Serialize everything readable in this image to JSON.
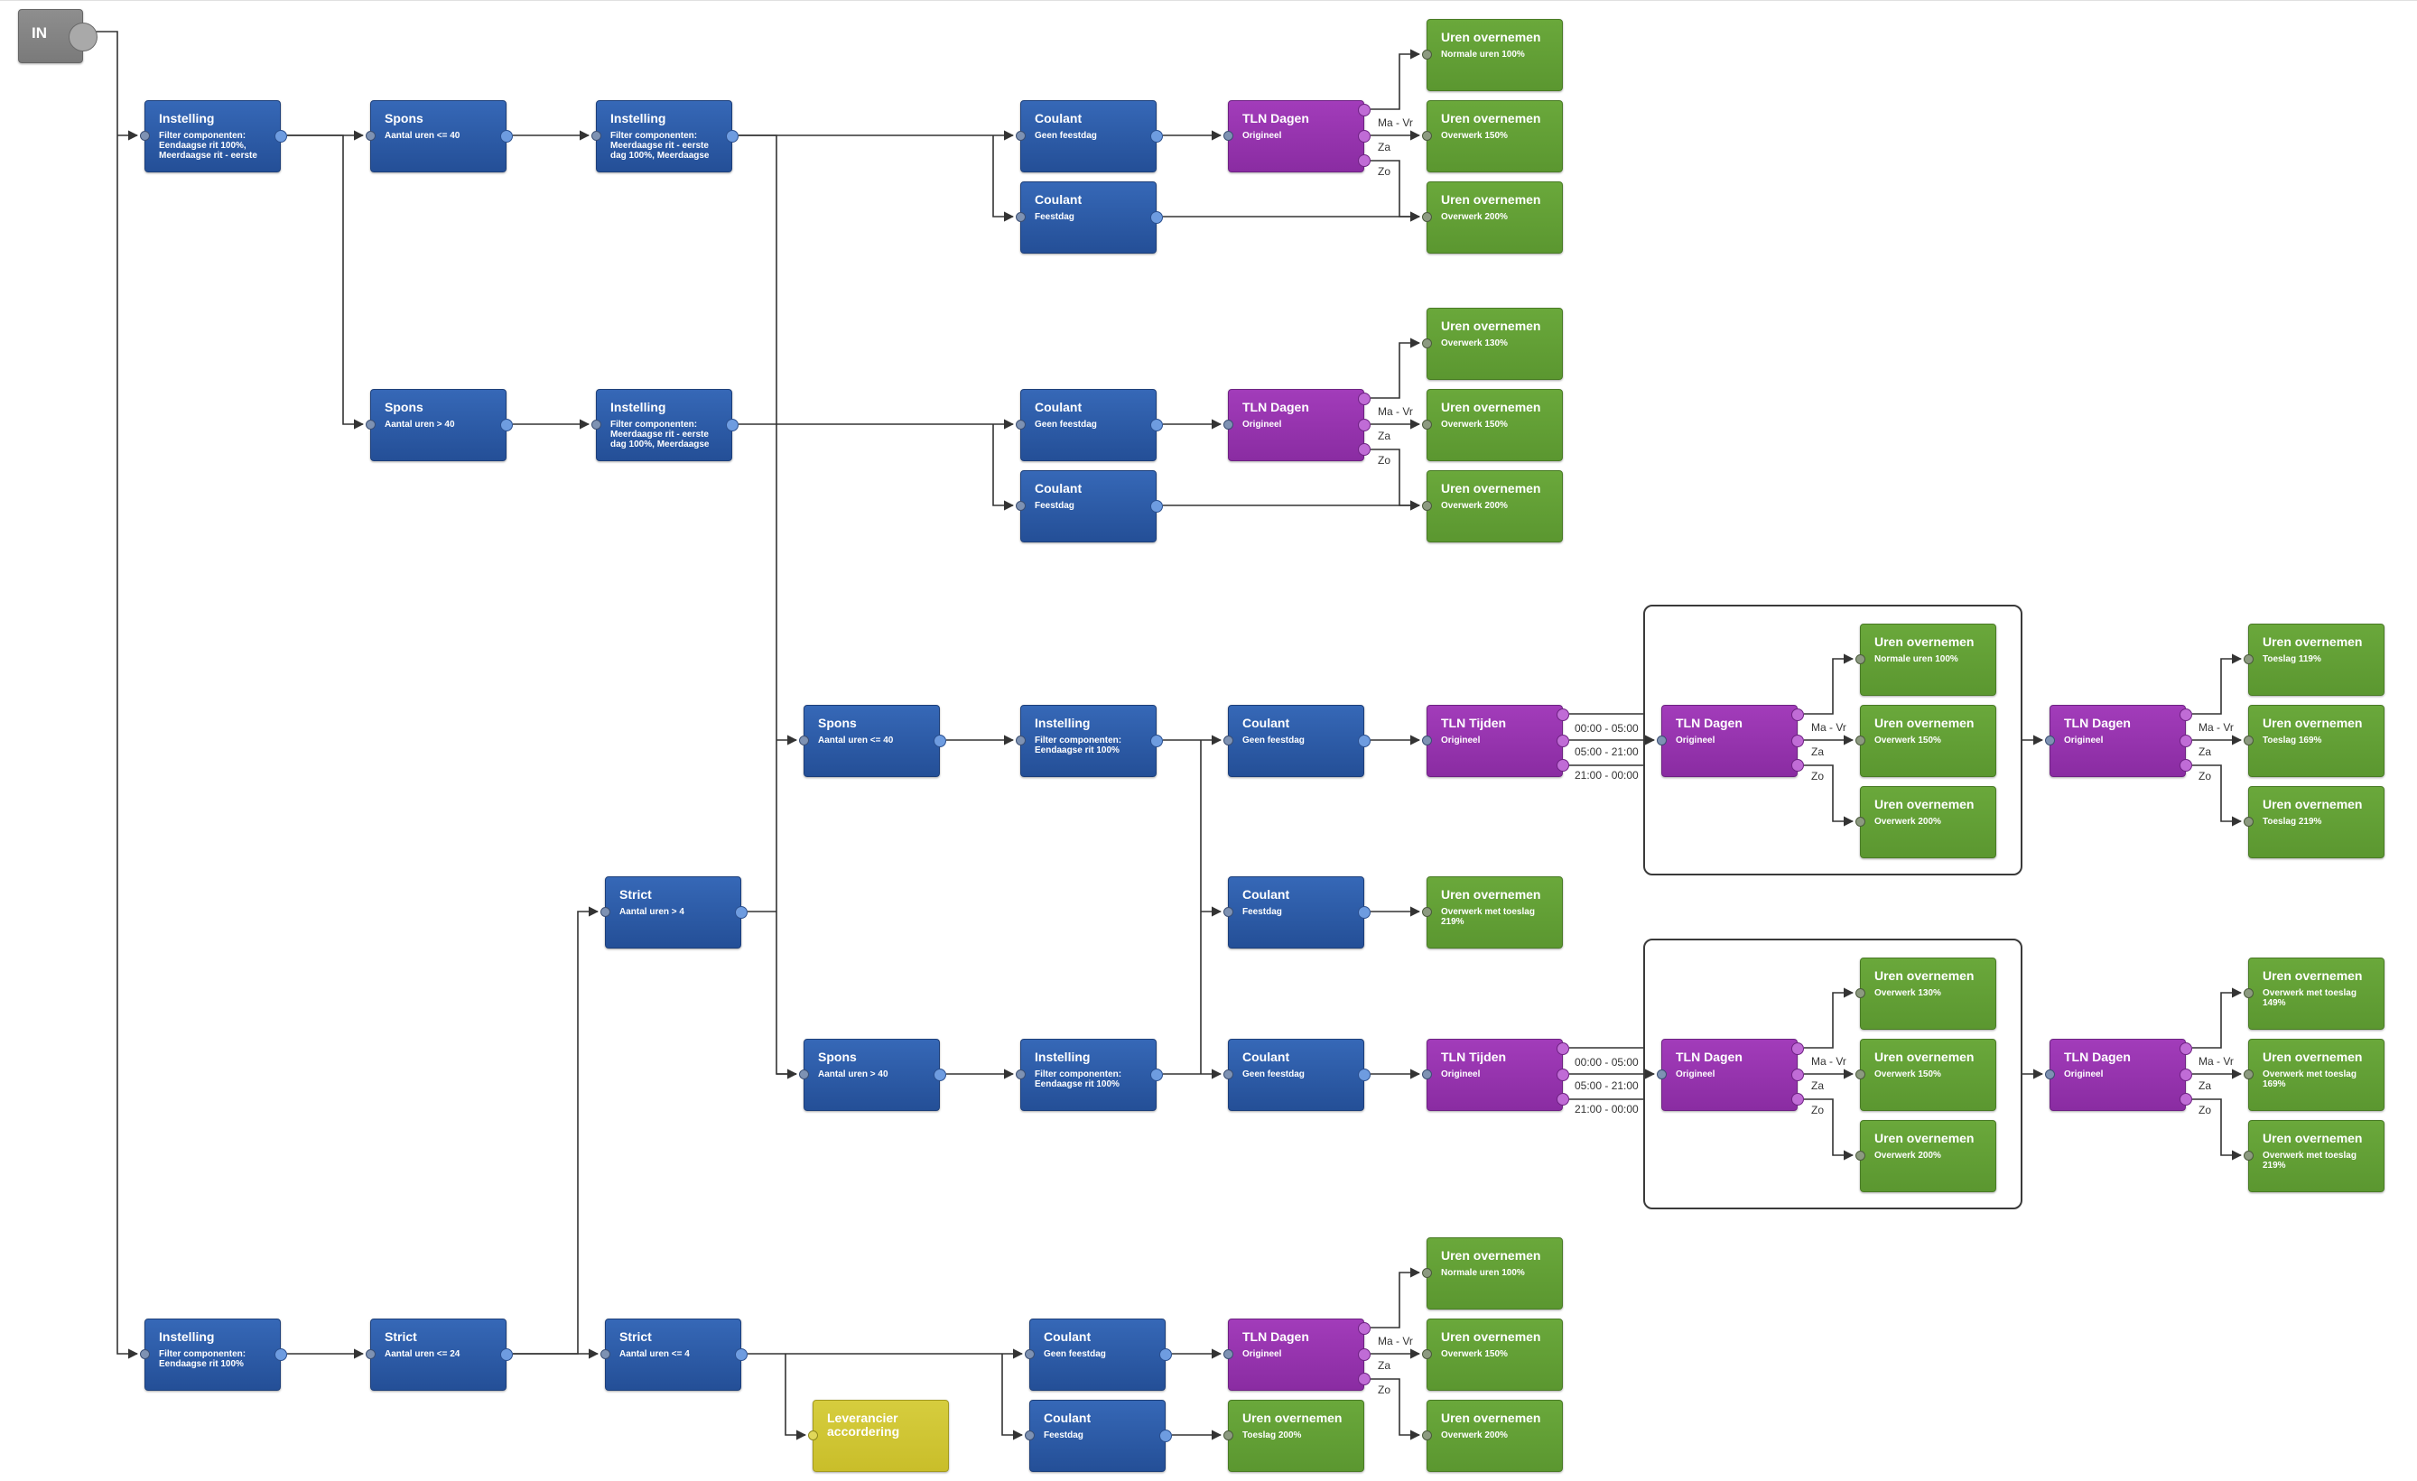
{
  "colors": {
    "blue": "#2f5ea8",
    "purple": "#9734b0",
    "green": "#65a234",
    "yellow": "#d1c633",
    "gray": "#858585",
    "wire": "#333333"
  },
  "nodes": {
    "in": {
      "title": "IN",
      "sub": ""
    },
    "a_instelling": {
      "title": "Instelling",
      "sub": "Filter componenten:\nEendaagse rit 100%,\nMeerdaagse rit - eerste"
    },
    "a_spons_le": {
      "title": "Spons",
      "sub": "Aantal uren <= 40"
    },
    "a_instelling2": {
      "title": "Instelling",
      "sub": "Filter componenten:\nMeerdaagse rit - eerste\ndag 100%, Meerdaagse"
    },
    "a_coulant_geen": {
      "title": "Coulant",
      "sub": "Geen feestdag"
    },
    "a_coulant_feest": {
      "title": "Coulant",
      "sub": "Feestdag"
    },
    "a_tln": {
      "title": "TLN Dagen",
      "sub": "Origineel"
    },
    "a_g1": {
      "title": "Uren overnemen",
      "sub": "Normale uren 100%"
    },
    "a_g2": {
      "title": "Uren overnemen",
      "sub": "Overwerk 150%"
    },
    "a_g3": {
      "title": "Uren overnemen",
      "sub": "Overwerk 200%"
    },
    "b_spons_gt": {
      "title": "Spons",
      "sub": "Aantal uren > 40"
    },
    "b_instelling": {
      "title": "Instelling",
      "sub": "Filter componenten:\nMeerdaagse rit - eerste\ndag 100%, Meerdaagse"
    },
    "b_coulant_geen": {
      "title": "Coulant",
      "sub": "Geen feestdag"
    },
    "b_coulant_feest": {
      "title": "Coulant",
      "sub": "Feestdag"
    },
    "b_tln": {
      "title": "TLN Dagen",
      "sub": "Origineel"
    },
    "b_g1": {
      "title": "Uren overnemen",
      "sub": "Overwerk 130%"
    },
    "b_g2": {
      "title": "Uren overnemen",
      "sub": "Overwerk 150%"
    },
    "b_g3": {
      "title": "Uren overnemen",
      "sub": "Overwerk 200%"
    },
    "c_spons_le": {
      "title": "Spons",
      "sub": "Aantal uren <= 40"
    },
    "c_instelling": {
      "title": "Instelling",
      "sub": "Filter componenten:\nEendaagse rit 100%"
    },
    "c_coulant_geen": {
      "title": "Coulant",
      "sub": "Geen feestdag"
    },
    "c_tlntijden": {
      "title": "TLN Tijden",
      "sub": "Origineel"
    },
    "c_tlndagen": {
      "title": "TLN Dagen",
      "sub": "Origineel"
    },
    "c_g1": {
      "title": "Uren overnemen",
      "sub": "Normale uren 100%"
    },
    "c_g2": {
      "title": "Uren overnemen",
      "sub": "Overwerk 150%"
    },
    "c_g3": {
      "title": "Uren overnemen",
      "sub": "Overwerk 200%"
    },
    "c_tlndagen2": {
      "title": "TLN Dagen",
      "sub": "Origineel"
    },
    "c_t1": {
      "title": "Uren overnemen",
      "sub": "Toeslag 119%"
    },
    "c_t2": {
      "title": "Uren overnemen",
      "sub": "Toeslag 169%"
    },
    "c_t3": {
      "title": "Uren overnemen",
      "sub": "Toeslag 219%"
    },
    "d_strict_gt4": {
      "title": "Strict",
      "sub": "Aantal uren > 4"
    },
    "d_coulant_feest": {
      "title": "Coulant",
      "sub": "Feestdag"
    },
    "d_g": {
      "title": "Uren overnemen",
      "sub": "Overwerk met toeslag\n219%"
    },
    "e_spons_gt": {
      "title": "Spons",
      "sub": "Aantal uren > 40"
    },
    "e_instelling": {
      "title": "Instelling",
      "sub": "Filter componenten:\nEendaagse rit 100%"
    },
    "e_coulant_geen": {
      "title": "Coulant",
      "sub": "Geen feestdag"
    },
    "e_tlntijden": {
      "title": "TLN Tijden",
      "sub": "Origineel"
    },
    "e_tlndagen": {
      "title": "TLN Dagen",
      "sub": "Origineel"
    },
    "e_g1": {
      "title": "Uren overnemen",
      "sub": "Overwerk 130%"
    },
    "e_g2": {
      "title": "Uren overnemen",
      "sub": "Overwerk 150%"
    },
    "e_g3": {
      "title": "Uren overnemen",
      "sub": "Overwerk 200%"
    },
    "e_tlndagen2": {
      "title": "TLN Dagen",
      "sub": "Origineel"
    },
    "e_t1": {
      "title": "Uren overnemen",
      "sub": "Overwerk met toeslag\n149%"
    },
    "e_t2": {
      "title": "Uren overnemen",
      "sub": "Overwerk met toeslag\n169%"
    },
    "e_t3": {
      "title": "Uren overnemen",
      "sub": "Overwerk met toeslag\n219%"
    },
    "f_instelling": {
      "title": "Instelling",
      "sub": "Filter componenten:\nEendaagse rit 100%"
    },
    "f_strict_le24": {
      "title": "Strict",
      "sub": "Aantal uren <= 24"
    },
    "f_strict_le4": {
      "title": "Strict",
      "sub": "Aantal uren <= 4"
    },
    "f_leverancier": {
      "title": "Leverancier\naccordering",
      "sub": ""
    },
    "f_coulant_geen": {
      "title": "Coulant",
      "sub": "Geen feestdag"
    },
    "f_coulant_feest": {
      "title": "Coulant",
      "sub": "Feestdag"
    },
    "f_uren_toeslag": {
      "title": "Uren overnemen",
      "sub": "Toeslag 200%"
    },
    "f_tln": {
      "title": "TLN Dagen",
      "sub": "Origineel"
    },
    "f_g1": {
      "title": "Uren overnemen",
      "sub": "Normale uren 100%"
    },
    "f_g2": {
      "title": "Uren overnemen",
      "sub": "Overwerk 150%"
    },
    "f_g3": {
      "title": "Uren overnemen",
      "sub": "Overwerk 200%"
    }
  },
  "port_labels": {
    "ma_vr": "Ma - Vr",
    "za": "Za",
    "zo": "Zo",
    "t1": "00:00 - 05:00",
    "t2": "05:00 - 21:00",
    "t3": "21:00 - 00:00"
  }
}
